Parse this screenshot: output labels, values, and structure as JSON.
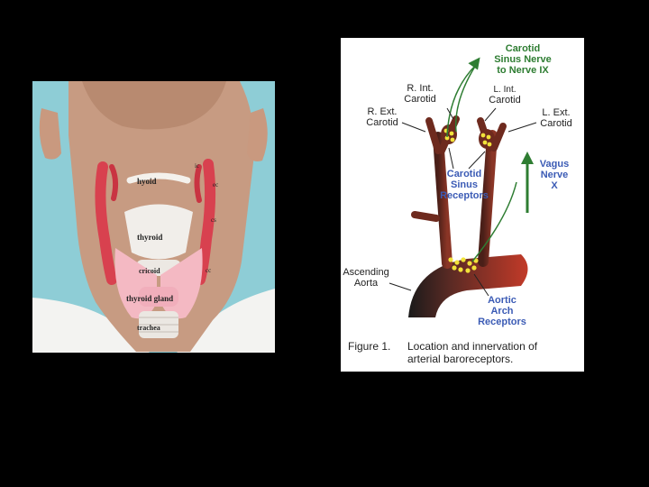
{
  "neck_figure": {
    "labels": {
      "hyoid": "hyoid",
      "thyroid": "thyroid",
      "cricoid": "cricoid",
      "thyroid_gland": "thyroid gland",
      "trachea": "trachea",
      "ic": "ic",
      "ec": "ec",
      "cs": "cs",
      "cc": "cc"
    }
  },
  "diagram": {
    "labels": {
      "carotid_sinus_nerve": [
        "Carotid",
        "Sinus Nerve",
        "to Nerve IX"
      ],
      "r_int_carotid": [
        "R. Int.",
        "Carotid"
      ],
      "l_int_carotid": [
        "L. Int.",
        "Carotid"
      ],
      "r_ext_carotid": [
        "R. Ext.",
        "Carotid"
      ],
      "l_ext_carotid": [
        "L. Ext.",
        "Carotid"
      ],
      "vagus_nerve": [
        "Vagus",
        "Nerve",
        "X"
      ],
      "carotid_sinus_receptors": [
        "Carotid",
        "Sinus",
        "Receptors"
      ],
      "ascending_aorta": [
        "Ascending",
        "Aorta"
      ],
      "aortic_arch_receptors": [
        "Aortic",
        "Arch",
        "Receptors"
      ]
    },
    "caption": {
      "figure_label": "Figure 1.",
      "line1": "Location and innervation of",
      "line2": "arterial baroreceptors."
    },
    "colors": {
      "nerve_green": "#2e7d32",
      "receptor_blue": "#3b5bb5",
      "artery_dark": "#6e2a1e",
      "receptor_dot": "#f2e33a"
    }
  }
}
